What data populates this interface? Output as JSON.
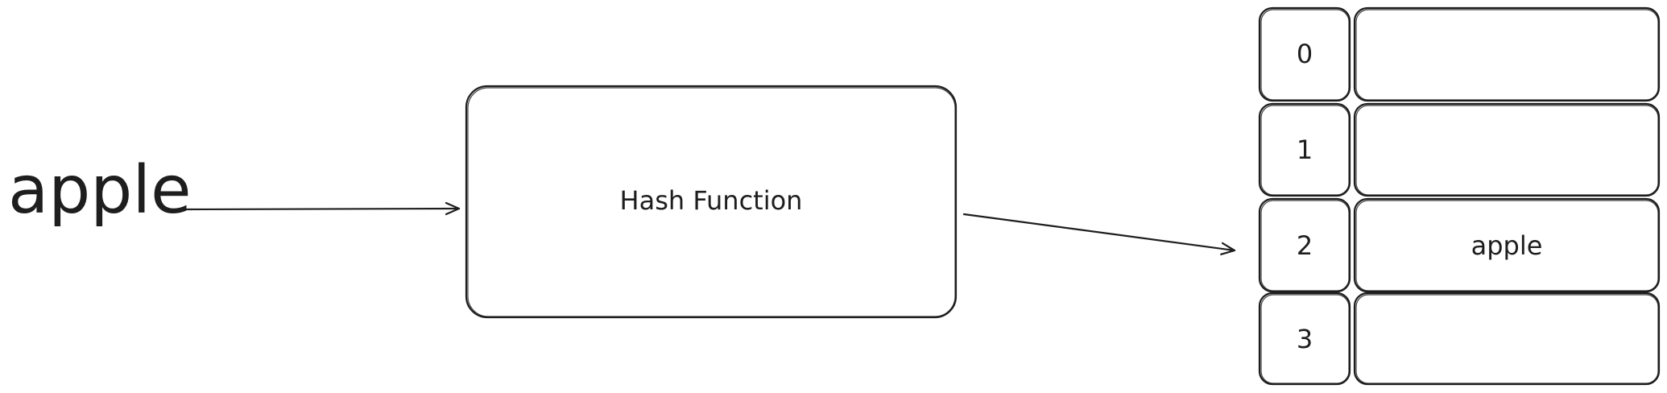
{
  "diagram": {
    "input": {
      "text": "apple"
    },
    "hash_box": {
      "label": "Hash Function"
    },
    "table": {
      "rows": [
        {
          "index": "0",
          "value": ""
        },
        {
          "index": "1",
          "value": ""
        },
        {
          "index": "2",
          "value": "apple"
        },
        {
          "index": "3",
          "value": ""
        }
      ]
    },
    "colors": {
      "stroke": "#1e1e1e",
      "background": "#ffffff"
    }
  }
}
